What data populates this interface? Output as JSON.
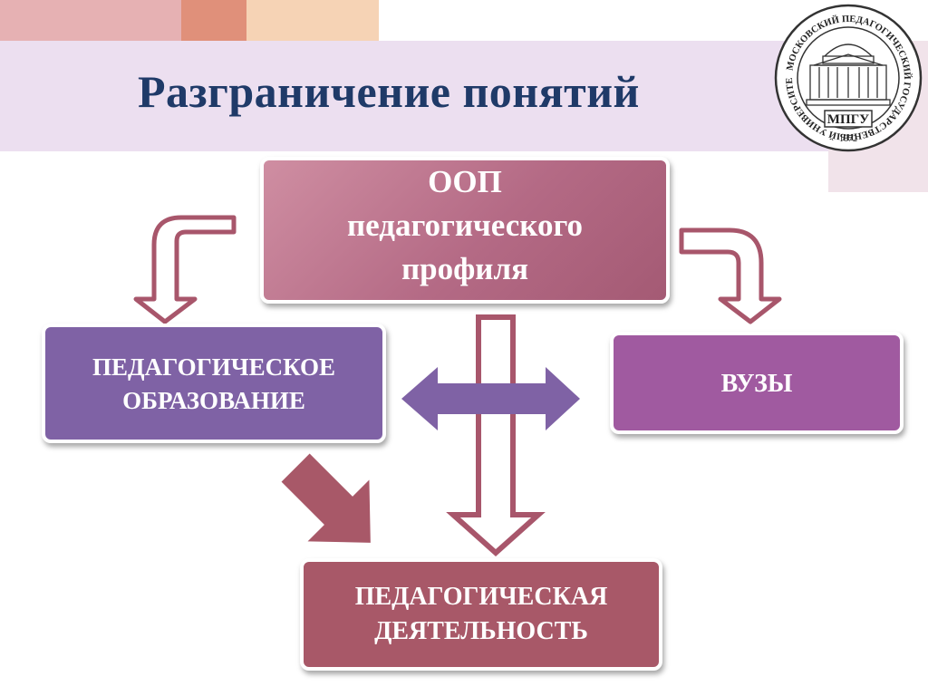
{
  "title": "Разграничение понятий",
  "oop_box": {
    "line1": "ООП",
    "line2": "педагогического",
    "line3": "профиля"
  },
  "ped_box": {
    "line1": "ПЕДАГОГИЧЕСКОЕ",
    "line2": "ОБРАЗОВАНИЕ"
  },
  "vuz_box": {
    "label": "ВУЗЫ"
  },
  "dey_box": {
    "line1": "ПЕДАГОГИЧЕСКАЯ",
    "line2": "ДЕЯТЕЛЬНОСТЬ"
  },
  "logo": {
    "ring_text": "МОСКОВСКИЙ ПЕДАГОГИЧЕСКИЙ ГОСУДАРСТВЕННЫЙ УНИВЕРСИТЕТ",
    "abbr": "МПГУ",
    "year": "1872"
  },
  "colors": {
    "title": "#1f3a68",
    "band": "#ecdff0",
    "oop": "#b46a85",
    "ped": "#7f62a5",
    "vuz": "#a05aa0",
    "dey": "#a85868",
    "arrow_outline": "#a8566b",
    "arrow_purple": "#7f62a5"
  }
}
